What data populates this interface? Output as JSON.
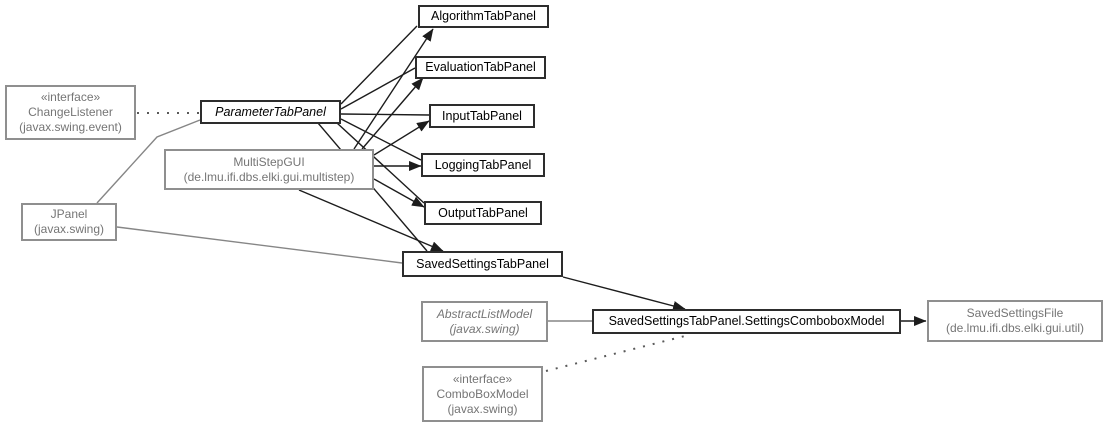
{
  "diagram": {
    "type": "uml-class-diagram",
    "nodes": {
      "change_listener": {
        "stereotype": "«interface»",
        "name": "ChangeListener",
        "package": "(javax.swing.event)"
      },
      "parameter_tab_panel": {
        "name": "ParameterTabPanel"
      },
      "multi_step_gui": {
        "name": "MultiStepGUI",
        "package": "(de.lmu.ifi.dbs.elki.gui.multistep)"
      },
      "jpanel": {
        "name": "JPanel",
        "package": "(javax.swing)"
      },
      "algorithm_tab_panel": {
        "name": "AlgorithmTabPanel"
      },
      "evaluation_tab_panel": {
        "name": "EvaluationTabPanel"
      },
      "input_tab_panel": {
        "name": "InputTabPanel"
      },
      "logging_tab_panel": {
        "name": "LoggingTabPanel"
      },
      "output_tab_panel": {
        "name": "OutputTabPanel"
      },
      "saved_settings_tab_panel": {
        "name": "SavedSettingsTabPanel"
      },
      "abstract_list_model": {
        "name": "AbstractListModel",
        "package": "(javax.swing)"
      },
      "settings_combobox_model": {
        "name": "SavedSettingsTabPanel.SettingsComboboxModel"
      },
      "saved_settings_file": {
        "name": "SavedSettingsFile",
        "package": "(de.lmu.ifi.dbs.elki.gui.util)"
      },
      "combo_box_model": {
        "stereotype": "«interface»",
        "name": "ComboBoxModel",
        "package": "(javax.swing)"
      }
    },
    "colors": {
      "primary_border": "#2d2d2d",
      "primary_text": "#000000",
      "external_border": "#8f8f8f",
      "external_text": "#757575",
      "edge": "#1c1c1c",
      "edge_external": "#868686"
    }
  }
}
